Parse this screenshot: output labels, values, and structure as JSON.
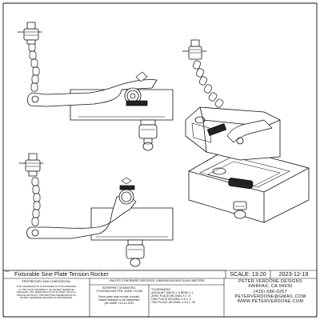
{
  "title_block": {
    "rev_label": "REV",
    "title": "Fixturable Sine Plate Tension Rocker",
    "scale": "SCALE: 13:20",
    "date": "2023-12-19",
    "proprietary_heading": "PROPRIETARY AND CONFIDENTIAL",
    "proprietary_text": [
      "THE INFORMATION CONTAINED IN THIS DRAWING",
      "IS THE SOLE PROPERTY OF PETER VERDONE",
      "DESIGNS. ANY REPRODUCTION IN PART OR AS A",
      "WHOLE WITHOUT THE WRITTEN PERMISSION OF",
      "PETER VERDONE DESIGNS IS PROHIBITED."
    ],
    "dimension_note": "UNLESS OTHERWISE SPECIFIED: DIMENSIONS ARE IN MILLIMETERS",
    "interpret_lines": [
      "INTERPRET GEOMETRIC",
      "TOLERANCING PER: ASME Y14.5M",
      "",
      "Some parts may include a model-",
      "based definition to be interpreted",
      "per ASME Y14.41-2012"
    ],
    "tolerance_lines": [
      "TOLERANCES:",
      "ANGULAR: MACH ± .5   BEND ± 1",
      "ZERO PLACE DECIMAL   X ± .5",
      "ONE PLACE DECIMAL    X.X ± .2",
      "TWO PLACE DECIMAL    X.XX ± .05"
    ],
    "company_lines": [
      "PETER VERDONE DESIGNS",
      "FAIRFAX, CA 94930",
      "(415) 686-0257",
      "PETERVERDONE@GMAIL.COM",
      "WWW.PETERVERDONE.COM"
    ]
  }
}
